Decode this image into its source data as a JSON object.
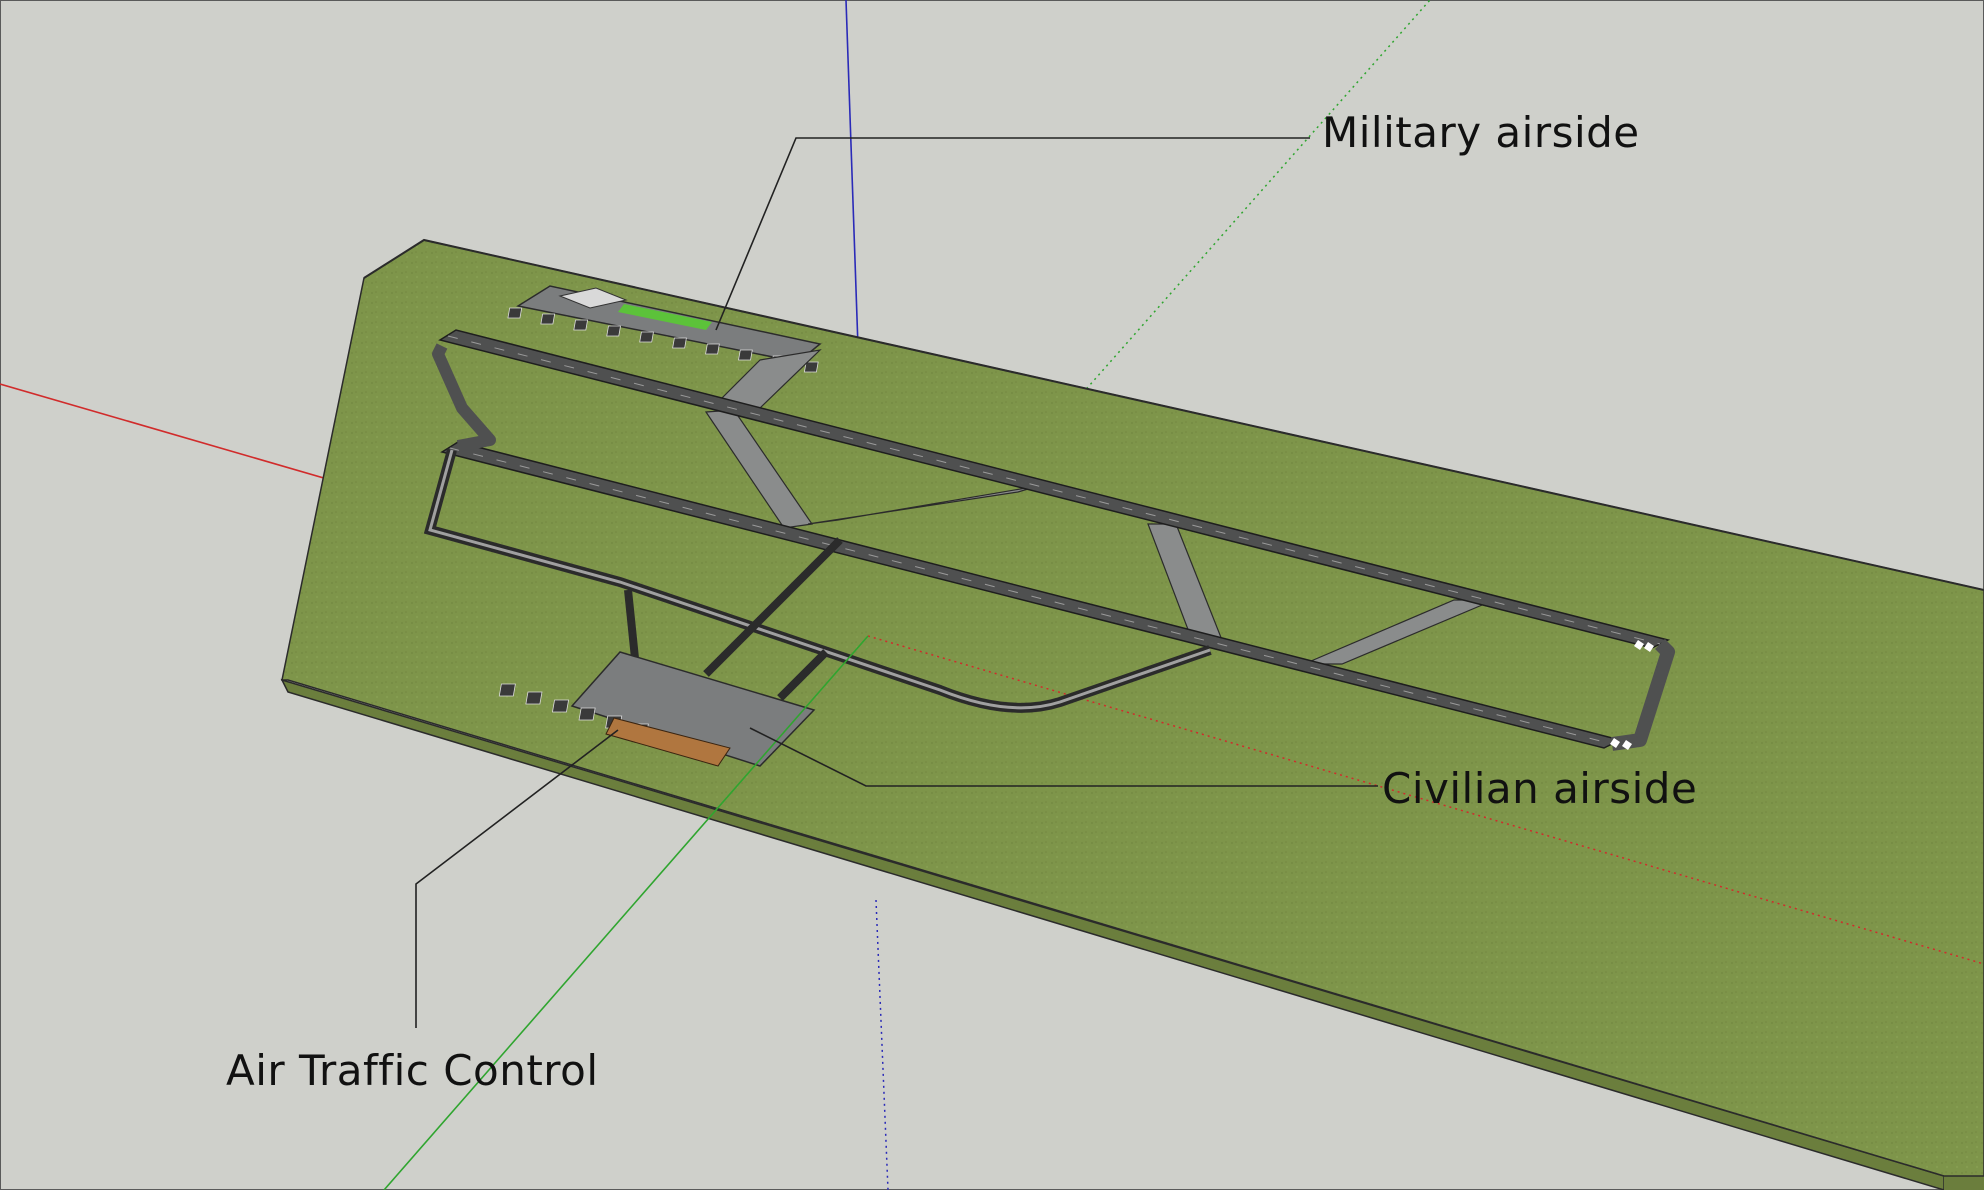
{
  "labels": {
    "military": "Military airside",
    "civilian": "Civilian airside",
    "atc": "Air Traffic Control"
  },
  "colors": {
    "background": "#cfd0cb",
    "grass": "#7e954a",
    "grass_side": "#6b7e3d",
    "runway": "#4f5050",
    "taxiway": "#8a8c8c",
    "apron": "#7b7d7e",
    "axis_red": "#d12b2b",
    "axis_green": "#2fa52f",
    "axis_blue": "#2a2ab8",
    "leader": "#222222"
  },
  "icons": {
    "red_axis": "red-axis-line",
    "green_axis": "green-axis-line",
    "blue_axis": "blue-axis-line"
  }
}
